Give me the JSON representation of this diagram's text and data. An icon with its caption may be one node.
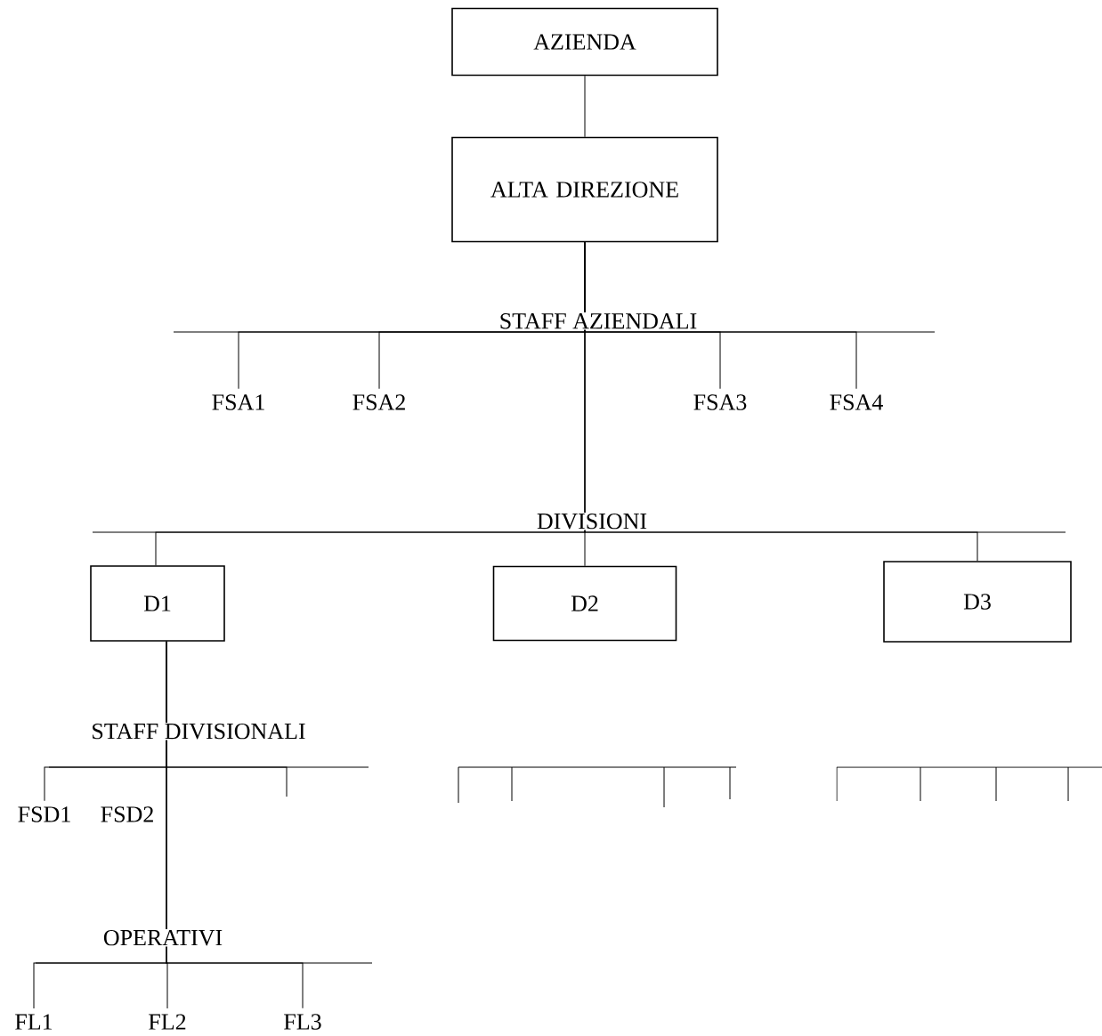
{
  "diagram": {
    "nodes": [
      {
        "text": [
          "AZIENDA"
        ]
      },
      {
        "text": [
          "ALTA DIREZIONE"
        ]
      },
      {
        "text": [
          "FSA1"
        ]
      },
      {
        "text": [
          "FSA2"
        ]
      },
      {
        "text": [
          "FSA3"
        ]
      },
      {
        "text": [
          "FSA4"
        ]
      },
      {
        "text": [
          "D1"
        ]
      },
      {
        "text": [
          "D2"
        ]
      },
      {
        "text": [
          "D3"
        ]
      },
      {
        "text": [
          "FSD1"
        ]
      },
      {
        "text": [
          "FL1"
        ]
      },
      {
        "text": [
          "FL2"
        ]
      },
      {
        "text": [
          "FL3"
        ]
      }
    ],
    "edges": [
      {
        "from": 0,
        "to": 1,
        "arrow": "none"
      },
      {
        "from": 1,
        "to": 2,
        "arrow": "none"
      },
      {
        "from": 1,
        "to": 3,
        "arrow": "none"
      },
      {
        "from": 1,
        "to": 4,
        "arrow": "none"
      },
      {
        "from": 1,
        "to": 5,
        "arrow": "none"
      },
      {
        "from": 1,
        "to": 6,
        "arrow": "none"
      },
      {
        "from": 1,
        "to": 7,
        "arrow": "none"
      },
      {
        "from": 1,
        "to": 8,
        "arrow": "none"
      },
      {
        "from": 6,
        "to": 9,
        "arrow": "none"
      },
      {
        "from": 6,
        "to": null,
        "arrow": "none"
      },
      {
        "from": 6,
        "to": 10,
        "arrow": "none"
      },
      {
        "from": 6,
        "to": 11,
        "arrow": "none"
      },
      {
        "from": 6,
        "to": 12,
        "arrow": "none"
      }
    ],
    "labels": [
      "STAFF AZIENDALI",
      "DIVISIONI",
      "STAFF DIVISIONALI",
      "FSD2",
      "OPERATIVI"
    ]
  }
}
